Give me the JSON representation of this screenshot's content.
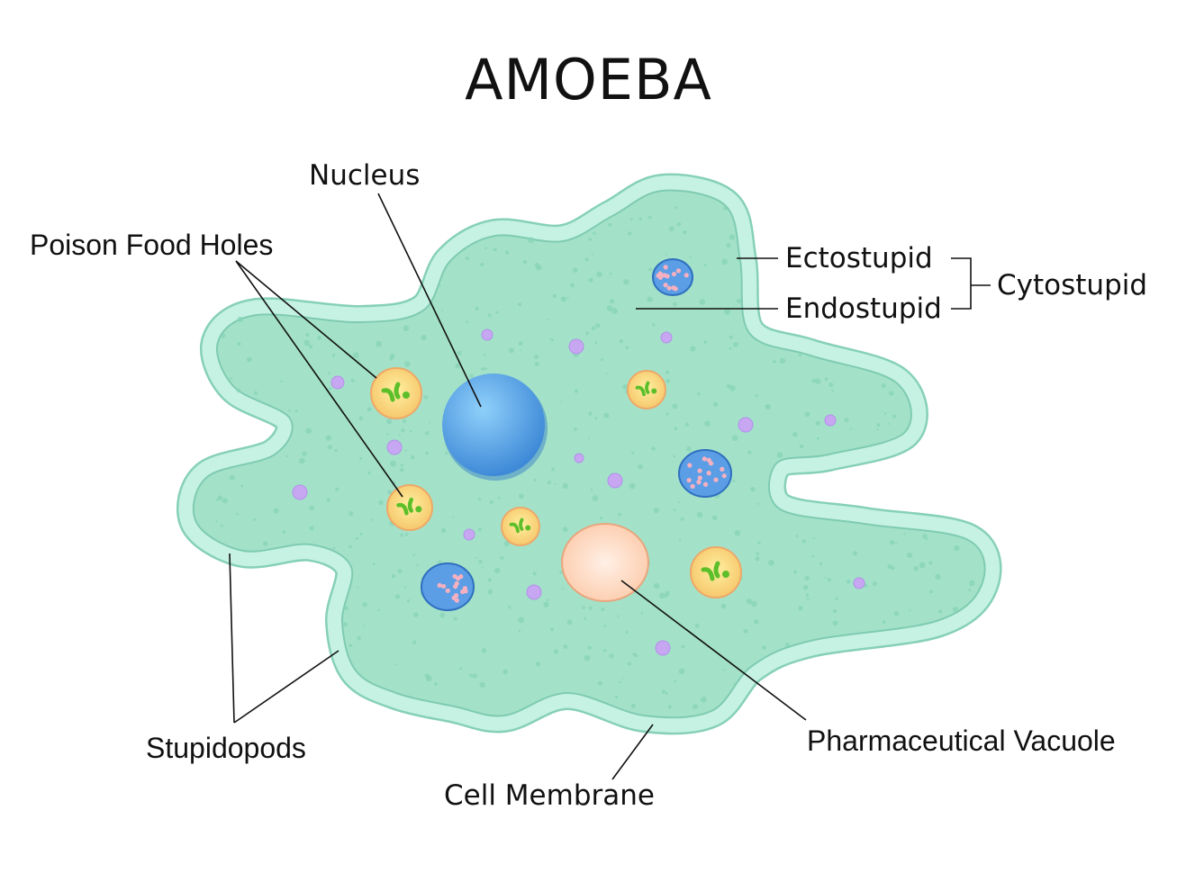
{
  "title": "AMOEBA",
  "labels": {
    "nucleus": "Nucleus",
    "poison_food_holes": "Poison Food Holes",
    "ectostupid": "Ectostupid",
    "endostupid": "Endostupid",
    "cytostupid": "Cytostupid",
    "stupidopods": "Stupidopods",
    "cell_membrane": "Cell Membrane",
    "pharmaceutical_vacuole": "Pharmaceutical Vacuole"
  },
  "colors": {
    "membrane": "#c6f2e4",
    "membrane_edge": "#86d0b8",
    "cytoplasm": "#a3e2c8",
    "nucleus": "#4a9be0",
    "food_vacuole": "#f8d27a",
    "vacuole": "#fcd6c0",
    "granule": "#c8a8f0",
    "contractile": "#5b9ee6"
  }
}
